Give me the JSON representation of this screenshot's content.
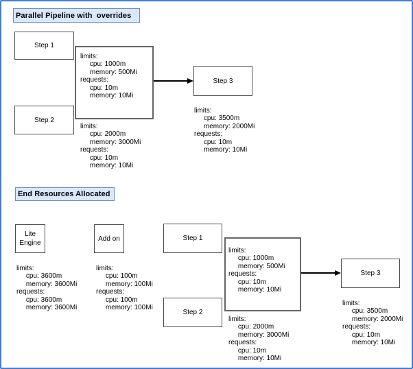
{
  "colors": {
    "frame_border": "#3b7ce0",
    "title_fill": "#dae8fc",
    "title_border": "#6c8ebf",
    "node_border": "#4a4a4a",
    "connector": "#666666",
    "arrow": "#000000"
  },
  "parallel_section": {
    "title": "Parallel Pipeline with  overrides",
    "step1": {
      "label": "Step 1",
      "resources": [
        "limits:",
        "     cpu: 1000m",
        "     memory: 500Mi",
        "requests:",
        "     cpu: 10m",
        "     memory: 10Mi"
      ]
    },
    "step2": {
      "label": "Step 2",
      "resources": [
        "limits:",
        "     cpu: 2000m",
        "     memory: 3000Mi",
        "requests:",
        "     cpu: 10m",
        "     memory: 10Mi"
      ]
    },
    "step3": {
      "label": "Step 3",
      "resources": [
        "limits:",
        "     cpu: 3500m",
        "     memory: 2000Mi",
        "requests:",
        "     cpu: 10m",
        "     memory: 10Mi"
      ]
    }
  },
  "end_section": {
    "title": "End Resources Allocated",
    "lite_engine": {
      "label": "Lite Engine",
      "resources": [
        "limits:",
        "     cpu: 3600m",
        "     memory: 3600Mi",
        "requests:",
        "     cpu: 3600m",
        "     memory: 3600Mi"
      ]
    },
    "add_on": {
      "label": "Add on",
      "resources": [
        "limits:",
        "     cpu: 100m",
        "     memory: 100Mi",
        "requests:",
        "     cpu: 100m",
        "     memory: 100Mi"
      ]
    },
    "step1": {
      "label": "Step 1",
      "resources": [
        "limits:",
        "     cpu: 1000m",
        "     memory: 500Mi",
        "requests:",
        "     cpu: 10m",
        "     memory: 10Mi"
      ]
    },
    "step2": {
      "label": "Step 2",
      "resources": [
        "limits:",
        "     cpu: 2000m",
        "     memory: 3000Mi",
        "requests:",
        "     cpu: 10m",
        "     memory: 10Mi"
      ]
    },
    "step3": {
      "label": "Step 3",
      "resources": [
        "limits:",
        "     cpu: 3500m",
        "     memory: 2000Mi",
        "requests:",
        "     cpu: 10m",
        "     memory: 10Mi"
      ]
    }
  }
}
